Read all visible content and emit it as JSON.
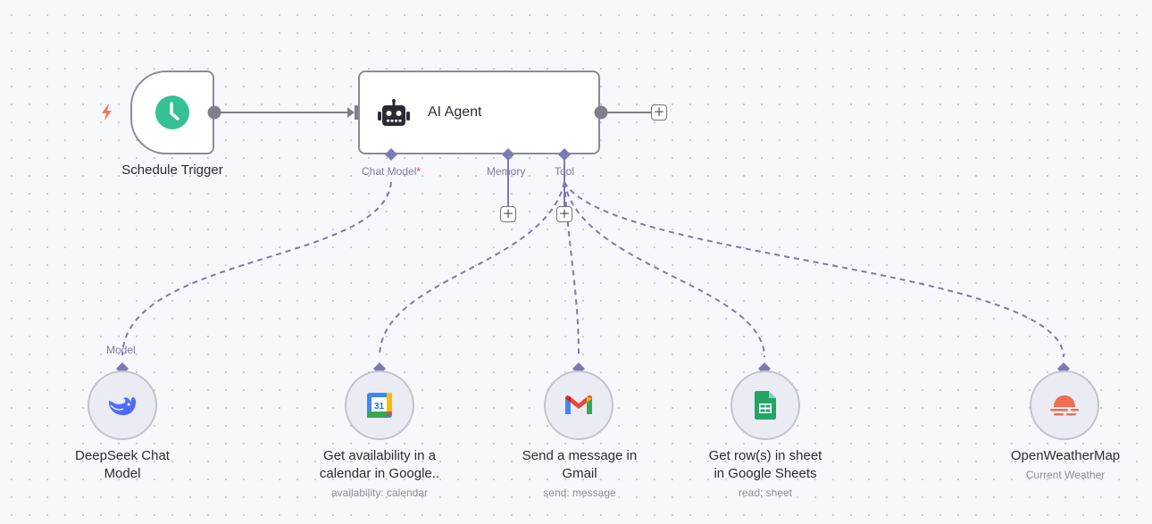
{
  "colors": {
    "canvas_bg": "#f7f8fb",
    "node_border": "#8b8b97",
    "connector_purple": "#7a7ab8",
    "trigger_bolt": "#ee7a64",
    "clock_green": "#35c193",
    "gmail_red": "#ea4335",
    "sheets_green": "#23a566",
    "weather_orange": "#ee6e4f"
  },
  "trigger": {
    "title": "Schedule Trigger",
    "icon": "clock-icon",
    "badge_icon": "lightning-icon"
  },
  "agent": {
    "title": "AI Agent",
    "icon": "robot-icon",
    "inputs": {
      "chat_model": "Chat Model",
      "required_mark": "*",
      "memory": "Memory",
      "tool": "Tool"
    }
  },
  "plus_symbol": "+",
  "sub_nodes": [
    {
      "key": "deepseek",
      "title_lines": [
        "DeepSeek Chat",
        "Model"
      ],
      "subtitle": "",
      "handle_label": "Model",
      "icon": "deepseek-whale-icon"
    },
    {
      "key": "calendar",
      "title_lines": [
        "Get availability in a",
        "calendar in Google.."
      ],
      "subtitle": "availability: calendar",
      "icon": "google-calendar-icon",
      "icon_text": "31"
    },
    {
      "key": "gmail",
      "title_lines": [
        "Send a message in",
        "Gmail"
      ],
      "subtitle": "send: message",
      "icon": "gmail-icon"
    },
    {
      "key": "sheets",
      "title_lines": [
        "Get row(s) in sheet",
        "in Google Sheets"
      ],
      "subtitle": "read: sheet",
      "icon": "google-sheets-icon"
    },
    {
      "key": "weather",
      "title_lines": [
        "OpenWeatherMap"
      ],
      "subtitle": "Current Weather",
      "icon": "openweathermap-icon"
    }
  ]
}
